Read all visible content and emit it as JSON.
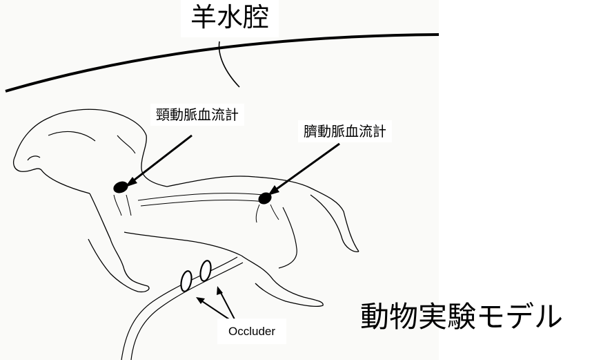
{
  "labels": {
    "amniotic_cavity": "羊水腔",
    "carotid_flowmeter": "頸動脈血流計",
    "umbilical_flowmeter": "臍動脈血流計",
    "occluder": "Occluder",
    "caption": "動物実験モデル"
  },
  "colors": {
    "line": "#000000",
    "paper": "#fafaf8",
    "background": "#ffffff"
  }
}
